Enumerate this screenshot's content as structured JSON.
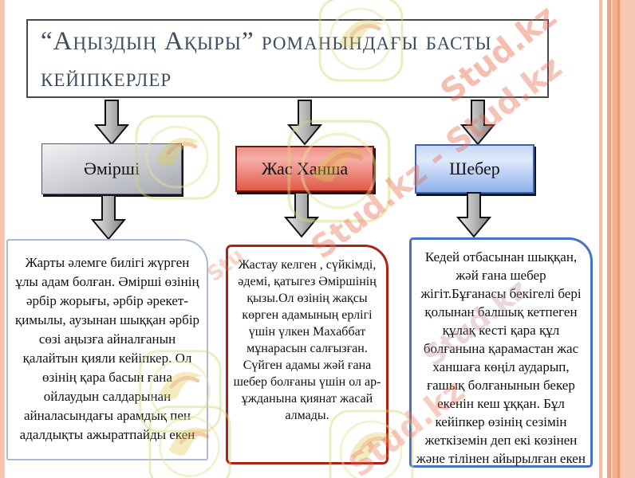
{
  "slide": {
    "title": "“Аңыздың Ақыры” романындағы басты кейіпкерлер",
    "characters": [
      {
        "name": "Әмірші",
        "scheme": "gray",
        "description": "Жарты әлемге билігі жүрген ұлы адам болған. Әмірші өзінің әрбір жорығы, әрбір әрекет-қимылы, аузынан шыққан әрбір сөзі аңызға айналғанын қалайтын қияли кейіпкер. Ол өзінің қара басын ғана ойлаудын салдарынан айналасындағы арамдық пен адалдықты ажыратпайды екен"
      },
      {
        "name": "Жас Ханша",
        "scheme": "red",
        "description": "Жастау келген , сүйкімді, әдемі, қатыгез Әміршінің қызы.Ол өзінің жақсы көрген адамының ерлігі үшін үлкен Махаббат мұнарасын салғызған. Сүйген адамы жәй ғана шебер болғаны үшін ол ар-ұжданына қиянат жасай алмады."
      },
      {
        "name": "Шебер",
        "scheme": "blue",
        "description": "Кедей отбасынан шыққан, жәй ғана шебер жігіт.Бұғанасы бекігелі бері қолынан балшық кетпеген құлақ кесті қара құл болғанына қарамастан жас ханшаға көңіл аударып, ғашық болғанынын бекер екенін кеш ұққан. Бұл кейіпкер өзінің сезімін жеткіземін деп екі көзінен және тілінен айырылған екен"
      }
    ]
  },
  "watermark": {
    "pair": "Stud.kz - Stud.kz",
    "single": "Stud.kz",
    "partial": "Stu"
  },
  "colors": {
    "title_text": "#3d4d61",
    "title_border": "#4a4a4a",
    "gray_box": "#c9cbd1",
    "red_box": "#e05949",
    "red_border": "#7a150c",
    "blue_box": "#8fb1ee",
    "blue_border": "#4472c4",
    "desc1_border": "#a9b9d6",
    "desc2_border": "#ad2317",
    "desc3_border": "#4472c4",
    "edge_stripe": "#f6c9b2",
    "watermark": "#e77053"
  }
}
